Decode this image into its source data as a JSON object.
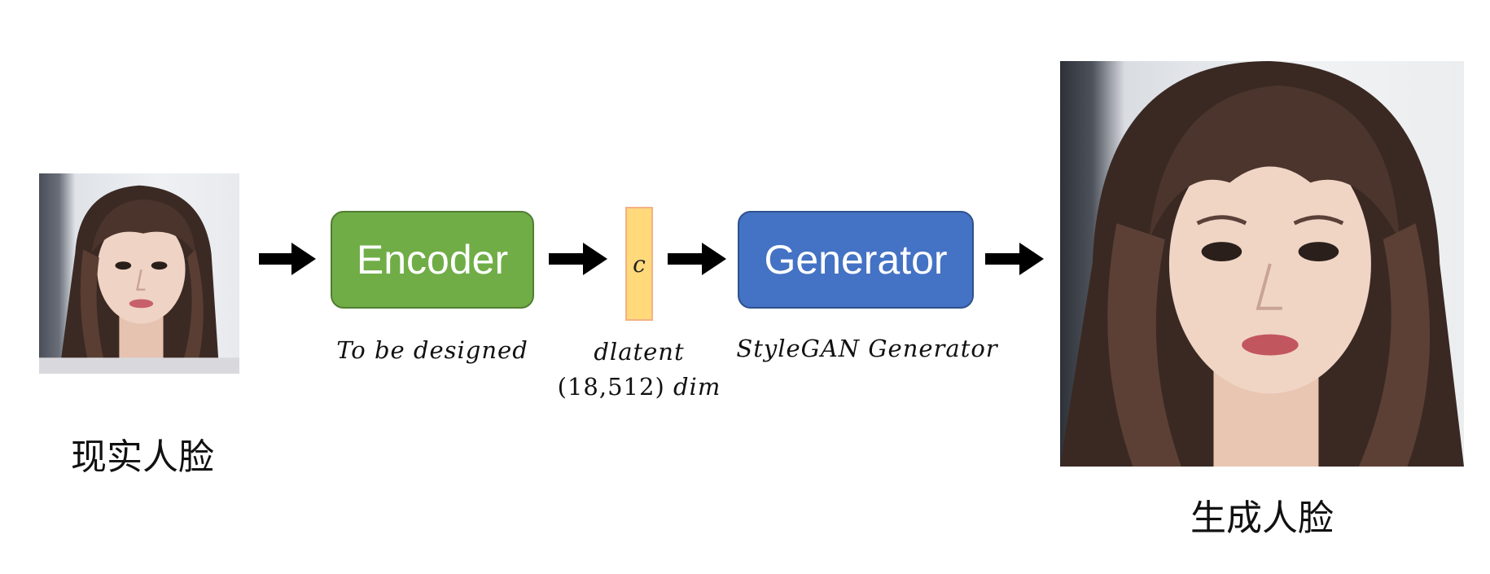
{
  "input": {
    "caption": "现实人脸"
  },
  "encoder": {
    "label": "Encoder",
    "note": "To be designed",
    "color": "#70ad47"
  },
  "latent": {
    "symbol": "c",
    "name": "dlatent",
    "shape": "(18,512)",
    "unit": "dim",
    "color": "#ffd97a"
  },
  "generator": {
    "label": "Generator",
    "note": "StyleGAN Generator",
    "color": "#4472c4"
  },
  "output": {
    "caption": "生成人脸"
  }
}
